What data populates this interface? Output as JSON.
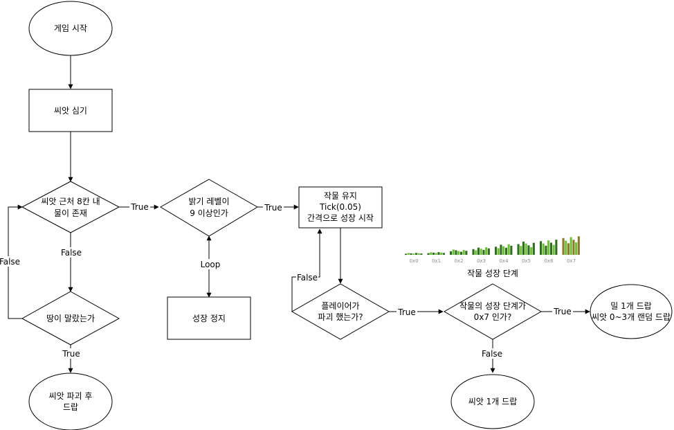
{
  "nodes": {
    "start": "게임 시작",
    "plant": "씨앗 심기",
    "water_check": [
      "씨앗 근처 8칸 내",
      "물이 존재"
    ],
    "dry_check": "땅이 말랐는가",
    "destroy_drop": [
      "씨앗 파괴 후",
      "드랍"
    ],
    "light_check": [
      "밝기 레벨이",
      "9 이상인가"
    ],
    "growth_stop": "성장 정지",
    "crop_keep": [
      "작물 유지",
      "Tick(0.05)",
      "간격으로 성장 시작"
    ],
    "player_destroy": [
      "플레이어가",
      "파괴 했는가?"
    ],
    "stage_check": [
      "작물의 성장 단계가",
      "0x7 인가?"
    ],
    "wheat_drop": [
      "밀 1개 드랍",
      "씨앗 0~3개 랜덤 드랍"
    ],
    "seed_drop": "씨앗 1개 드랍"
  },
  "edge_labels": {
    "water_true": "True",
    "water_false": "False",
    "dry_false": "False",
    "dry_true": "True",
    "light_true": "True",
    "loop": "Loop",
    "player_false": "False",
    "player_true": "True",
    "stage_true": "True",
    "stage_false": "False"
  },
  "growth_stages": {
    "caption": "작물 성장 단계",
    "labels": [
      "0x0",
      "0x1",
      "0x2",
      "0x3",
      "0x4",
      "0x5",
      "0x6",
      "0x7"
    ],
    "values": [
      0,
      1,
      2,
      3,
      4,
      5,
      6,
      7
    ],
    "max": 7
  },
  "colors": {
    "stroke": "#000000",
    "leaf_dark": "#2f6e1f",
    "leaf_light": "#6fbf3a",
    "ripe": "#8a7a2a"
  }
}
